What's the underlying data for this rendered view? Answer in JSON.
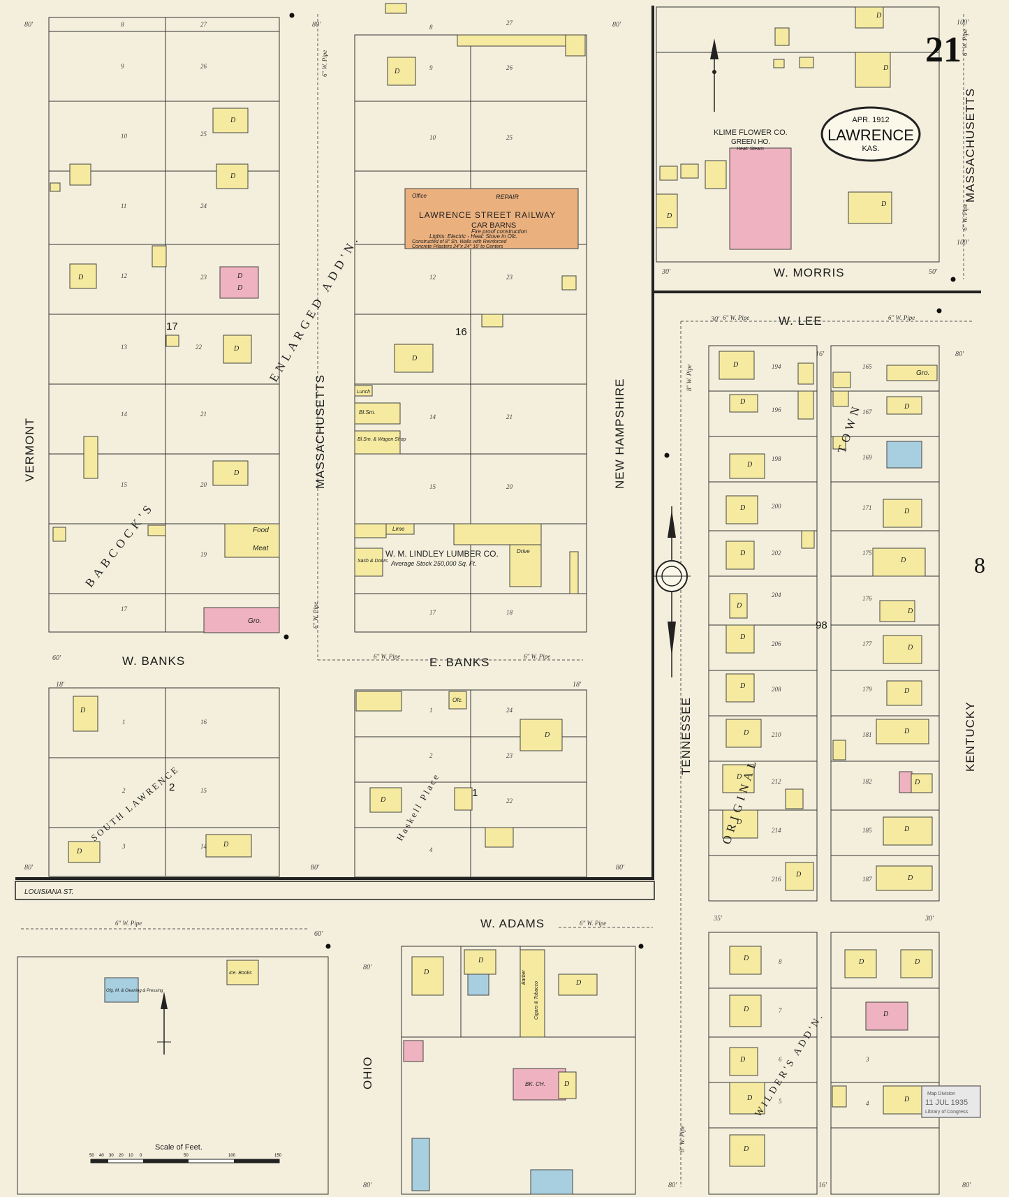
{
  "sheet": {
    "number": "21",
    "city": "LAWRENCE",
    "state": "KAS.",
    "date": "APR. 1912",
    "adjoining_sheet": "8"
  },
  "streets": {
    "vermont": "VERMONT",
    "massachusetts_w": "MASSACHUSETTS",
    "new_hampshire": "NEW HAMPSHIRE",
    "massachusetts_e": "MASSACHUSETTS",
    "tennessee": "TENNESSEE",
    "kentucky": "KENTUCKY",
    "ohio": "OHIO",
    "w_morris": "W. MORRIS",
    "w_lee": "W. LEE",
    "w_banks": "W. BANKS",
    "e_banks": "E. BANKS",
    "w_adams": "W. ADAMS",
    "louisiana": "LOUISIANA ST."
  },
  "additions": {
    "babcocks": "BABCOCK'S",
    "enlarged": "ENLARGED ADD'N.",
    "south_lawrence": "SOUTH LAWRENCE",
    "haskell": "Haskell Place",
    "original": "ORIGINAL",
    "town": "TOWN",
    "wilders": "WILDER'S ADD'N."
  },
  "blocks": {
    "b17": "17",
    "b16": "16",
    "b2": "2",
    "b1": "1",
    "b98": "98"
  },
  "businesses": {
    "railway_title": "LAWRENCE STREET RAILWAY",
    "railway_sub": "CAR BARNS",
    "railway_note1": "Fire proof construction",
    "railway_note2": "Lights: Electric - Heat: Stove in Ofc.",
    "railway_note3": "Constructed of 8\" Sh. Walls with Reinforced",
    "railway_note4": "Concrete Pilasters 24\"x 24\" 16' to Centers",
    "railway_office": "Office",
    "railway_repair": "REPAIR",
    "lumber_title": "W. M. LINDLEY LUMBER CO.",
    "lumber_sub": "Average Stock 250,000 Sq. Ft.",
    "lumber_sash": "Sash & Doors",
    "lumber_lime": "Lime",
    "lumber_drive": "Drive",
    "flower_title": "KLIME FLOWER CO.",
    "flower_sub": "GREEN HO.",
    "flower_heat": "Heat: Steam",
    "food": "Food",
    "meat": "Meat",
    "gro1": "Gro.",
    "gro2": "Gro.",
    "lunch": "Lunch",
    "blsm": "Bl.Sm.",
    "blsm_wagon": "Bl.Sm. & Wagon Shop",
    "cleaning": "Ofg. M. & Cleaning & Pressing",
    "ice_books": "Ice. Books",
    "barber": "Barber",
    "cigars": "Cigars & Tobacco",
    "bk_ch": "BK. CH.",
    "ofc": "Ofc."
  },
  "scale": {
    "label": "Scale of Feet.",
    "ticks": [
      "50",
      "40",
      "30",
      "20",
      "10",
      "0",
      "50",
      "100",
      "150"
    ]
  },
  "pipes": {
    "w_pipe": "6\" W. Pipe",
    "w_pipe_8": "8\" W. Pipe"
  },
  "stamp": {
    "line1": "Map Division",
    "line2": "11 JUL 1935",
    "line3": "Library of Congress"
  },
  "dims": {
    "d80": "80'",
    "d60": "60'",
    "d30": "30'",
    "d50": "50'",
    "d35": "35'",
    "d100": "100'",
    "d16": "16'",
    "d18": "18'"
  }
}
